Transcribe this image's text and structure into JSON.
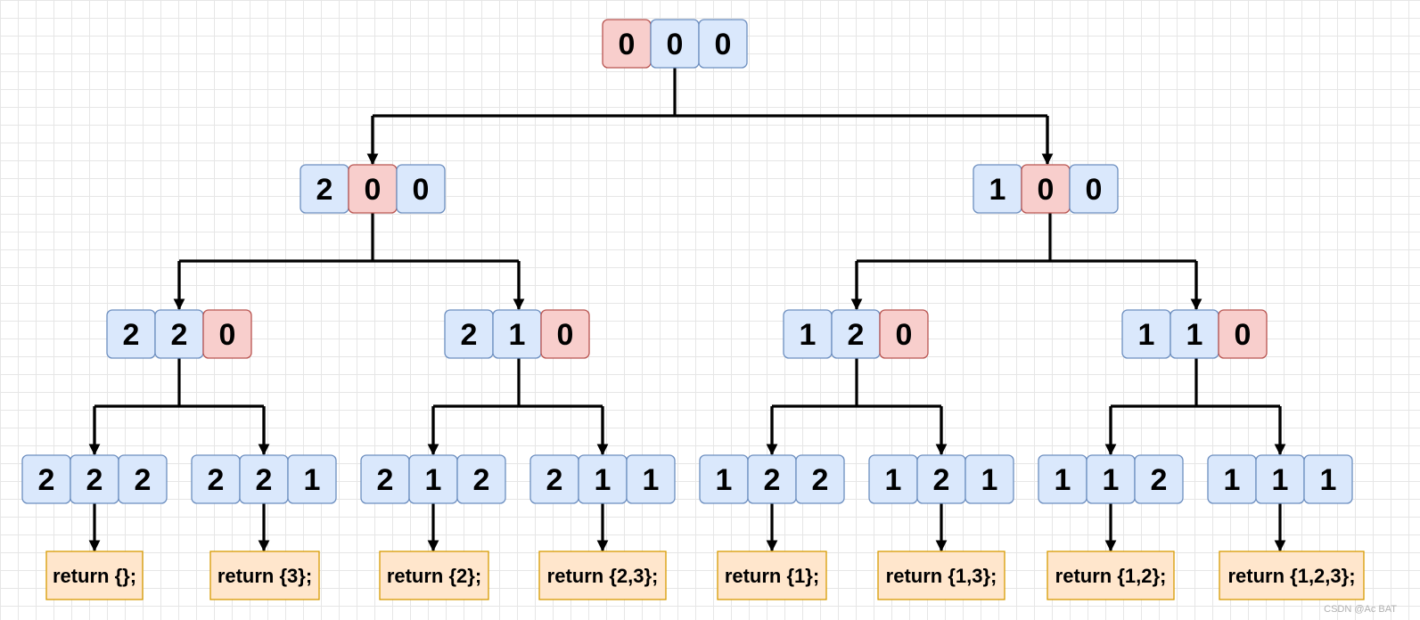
{
  "tree": {
    "root": [
      "0",
      "0",
      "0"
    ],
    "level1": [
      [
        "2",
        "0",
        "0"
      ],
      [
        "1",
        "0",
        "0"
      ]
    ],
    "level2": [
      [
        "2",
        "2",
        "0"
      ],
      [
        "2",
        "1",
        "0"
      ],
      [
        "1",
        "2",
        "0"
      ],
      [
        "1",
        "1",
        "0"
      ]
    ],
    "level3": [
      [
        "2",
        "2",
        "2"
      ],
      [
        "2",
        "2",
        "1"
      ],
      [
        "2",
        "1",
        "2"
      ],
      [
        "2",
        "1",
        "1"
      ],
      [
        "1",
        "2",
        "2"
      ],
      [
        "1",
        "2",
        "1"
      ],
      [
        "1",
        "1",
        "2"
      ],
      [
        "1",
        "1",
        "1"
      ]
    ],
    "returns": [
      "return {};",
      "return {3};",
      "return {2};",
      "return {2,3};",
      "return {1};",
      "return {1,3};",
      "return {1,2};",
      "return {1,2,3};"
    ]
  },
  "colors": {
    "blue_fill": "#dae8fc",
    "blue_stroke": "#6c8ebf",
    "red_fill": "#f8cecc",
    "red_stroke": "#b85450",
    "orange_fill": "#ffe6cc",
    "orange_stroke": "#d79b00"
  },
  "watermark": "CSDN @Ac BAT"
}
